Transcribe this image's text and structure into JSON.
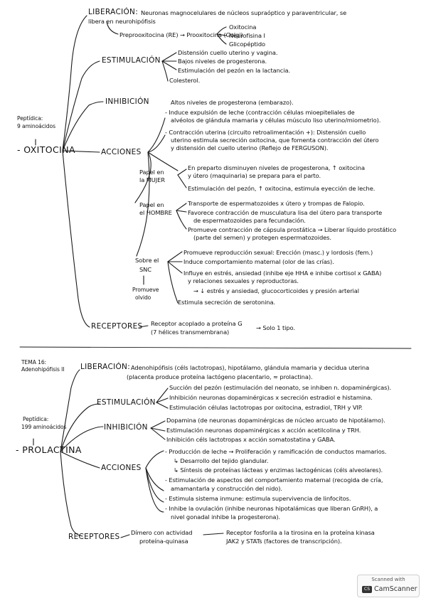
{
  "oxitocina": {
    "label": "- OXITOCINA",
    "nature": [
      "Peptídica:",
      "9 aminoácidos"
    ],
    "liberacion": {
      "title": "LIBERACIÓN:",
      "text1": "Neuronas magnocelulares de núcleos supraóptico y paraventricular, se",
      "text2": "libera en neurohipófisis",
      "chain": "Preprooxitocina (RE) → Prooxitocina (Golgi)",
      "products": [
        "Oxitocina",
        "Neurofisina I",
        "Glicopéptido"
      ]
    },
    "estimulacion": {
      "title": "ESTIMULACIÓN",
      "items": [
        "Distensión cuello uterino y vagina.",
        "Bajos niveles de progesterona.",
        "Estimulación del pezón en la lactancia.",
        "Colesterol."
      ]
    },
    "inhibicion": {
      "title": "INHIBICIÓN",
      "text": "Altos niveles de progesterona (embarazo)."
    },
    "acciones": {
      "title": "ACCIONES",
      "general": [
        "- Induce expulsión de leche (contracción células mioepiteliales de",
        "alvéolos de glándula mamaria y células músculo liso uterino/miometrio).",
        "- Contracción uterina (circuito retroalimentación +): Distensión cuello",
        "uterino estimula secreción oxitocina, que fomenta contracción del útero",
        "y distensión del cuello uterino (Reflejo de FERGUSON)."
      ],
      "mujer": {
        "label": [
          "Papel en",
          "la MUJER"
        ],
        "items": [
          "En preparto disminuyen niveles de progesterona, ↑ oxitocina",
          "y útero (maquinaria) se prepara para el parto.",
          "Estimulación del pezón, ↑ oxitocina, estimula eyección de leche."
        ]
      },
      "hombre": {
        "label": [
          "Papel en",
          "el HOMBRE"
        ],
        "items": [
          "Transporte de espermatozoides x útero y trompas de Falopio.",
          "Favorece contracción de musculatura lisa del útero para transporte",
          "de espermatozoides para fecundación.",
          "Promueve contracción de cápsula prostática → Liberar líquido prostático",
          "(parte del semen) y protegen espermatozoides."
        ]
      },
      "snc": {
        "label": [
          "Sobre el",
          "SNC"
        ],
        "items": [
          "Promueve reproducción sexual: Erección (masc.) y lordosis (fem.)",
          "Induce comportamiento maternal (olor de las crías).",
          "Influye en estrés, ansiedad (inhibe eje HHA e inhibe cortisol x GABA)",
          "y relaciones sexuales y reproductoras.",
          "→ ↓ estrés y ansiedad, glucocorticoides y presión arterial",
          "Estimula secreción de serotonina."
        ],
        "side": [
          "Promueve",
          "olvido"
        ]
      }
    },
    "receptores": {
      "title": "RECEPTORES",
      "text1": "Receptor acoplado a proteína G",
      "text2": "(7 hélices transmembrana)",
      "result": "→ Solo 1 tipo."
    }
  },
  "prolactina": {
    "tema": [
      "TEMA 16:",
      "Adenohipófisis II"
    ],
    "label": "- PROLACTINA",
    "nature": [
      "Peptídica:",
      "199 aminoácidos"
    ],
    "liberacion": {
      "title": "LIBERACIÓN:",
      "text1": "Adenohipófisis (céls lactotropas), hipotálamo, glándula mamaria y decidua uterina",
      "text2": "(placenta produce proteína lactógeno placentario, ≈ prolactina)."
    },
    "estimulacion": {
      "title": "ESTIMULACIÓN",
      "items": [
        "Succión del pezón (estimulación del neonato, se inhiben n. dopaminérgicas).",
        "Inhibición neuronas dopaminérgicas x secreción estradiol e histamina.",
        "Estimulación células lactotropas por oxitocina, estradiol, TRH y VIP."
      ]
    },
    "inhibicion": {
      "title": "INHIBICIÓN",
      "items": [
        "Dopamina (de neuronas dopaminérgicas de núcleo arcuato de hipotálamo).",
        "Estimulación neuronas dopaminérgicas x acción acetilcolina y TRH.",
        "Inhibición céls lactotropas x acción somatostatina y GABA."
      ]
    },
    "acciones": {
      "title": "ACCIONES",
      "items": [
        "- Producción de leche → Proliferación y ramificación de conductos mamarios.",
        "↳ Desarrollo del tejido glandular.",
        "↳ Síntesis de proteínas lácteas y enzimas lactogénicas (céls alveolares).",
        "- Estimulación de aspectos del comportamiento maternal (recogida de cría,",
        "amamantarla y construcción del nido).",
        "- Estimula sistema inmune: estimula supervivencia de linfocitos.",
        "- Inhibe la ovulación (inhibe neuronas hipotalámicas que liberan GnRH), a",
        "nivel gonadal inhibe la progesterona)."
      ]
    },
    "receptores": {
      "title": "RECEPTORES",
      "text1": "Dímero con actividad",
      "text2": "proteína-quinasa",
      "result1": "Receptor fosforila a la tirosina en la proteína kinasa",
      "result2": "JAK2 y STATs (factores de transcripción)."
    }
  },
  "watermark": {
    "line1": "Scanned with",
    "line2": "CamScanner"
  }
}
